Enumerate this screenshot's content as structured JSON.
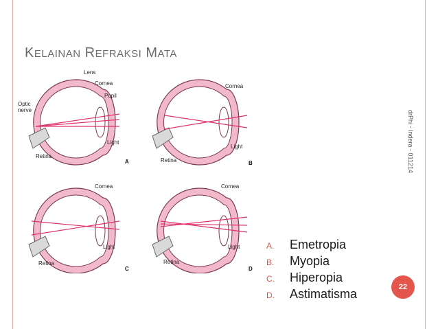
{
  "title": {
    "cap1": "K",
    "rest1": "ELAINAN",
    "cap2": "R",
    "rest2": "EFRAKSI",
    "cap3": "M",
    "rest3": "ATA"
  },
  "side_text": "drPhi - Indera - 011214",
  "figure": {
    "panel_a": {
      "letter": "A",
      "lens": "Lens",
      "cornea": "Cornea",
      "pupil": "Pupil",
      "optic1": "Optic",
      "optic2": "nerve",
      "light": "Light",
      "retina": "Retina"
    },
    "panel_b": {
      "letter": "B",
      "cornea": "Cornea",
      "light": "Light",
      "retina": "Retina"
    },
    "panel_c": {
      "letter": "C",
      "cornea": "Cornea",
      "light": "Light",
      "retina": "Retina"
    },
    "panel_d": {
      "letter": "D",
      "cornea": "Cornea",
      "light": "Light",
      "retina": "Retina"
    }
  },
  "list": [
    {
      "letter": "A.",
      "text": "Emetropia"
    },
    {
      "letter": "B.",
      "text": "Myopia"
    },
    {
      "letter": "C.",
      "text": "Hiperopia"
    },
    {
      "letter": "D.",
      "text": "Astimatisma"
    }
  ],
  "page_number": "22",
  "colors": {
    "accent": "#e4564b",
    "eye_wall": "#c45a7a",
    "ray": "#e0306a",
    "border": "#e7a9a0"
  }
}
